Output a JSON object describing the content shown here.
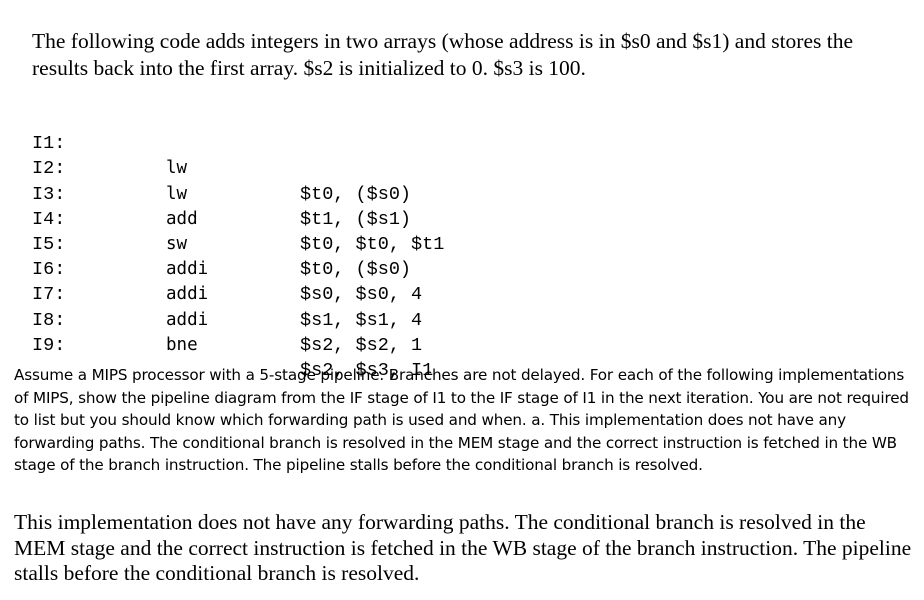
{
  "intro": "The following code adds integers in two arrays (whose address is in $s0 and $s1) and stores the results back into the first array. $s2 is initialized to 0. $s3 is 100.",
  "code": [
    {
      "label": "I1:",
      "op": "lw",
      "args": "$t0, ($s0)"
    },
    {
      "label": "I2:",
      "op": "lw",
      "args": "$t1, ($s1)"
    },
    {
      "label": "I3:",
      "op": "add",
      "args": "$t0, $t0, $t1"
    },
    {
      "label": "I4:",
      "op": "sw",
      "args": "$t0, ($s0)"
    },
    {
      "label": "I5:",
      "op": "addi",
      "args": "$s0, $s0, 4"
    },
    {
      "label": "I6:",
      "op": "addi",
      "args": "$s1, $s1, 4"
    },
    {
      "label": "I7:",
      "op": "addi",
      "args": "$s2, $s2, 1"
    },
    {
      "label": "I8:",
      "op": "bne",
      "args": "$s2, $s3, I1"
    },
    {
      "label": "I9:",
      "op": "",
      "args": ""
    }
  ],
  "question": "Assume a MIPS processor with a 5-stage pipeline. Branches are not delayed. For each of the following implementations of MIPS, show the pipeline diagram from the IF stage of I1 to the IF stage of I1 in the next iteration. You are not required to list but you should know which forwarding path is used and when. a. This implementation does not have any forwarding paths. The conditional branch is resolved in the MEM stage and the correct instruction is fetched in the WB stage of the branch instruction. The pipeline stalls before the conditional branch is resolved.",
  "note": "This implementation does not have any forwarding paths. The conditional branch is resolved in the MEM stage and the correct instruction is fetched in the WB stage of the branch instruction. The pipeline stalls before the conditional branch is resolved."
}
